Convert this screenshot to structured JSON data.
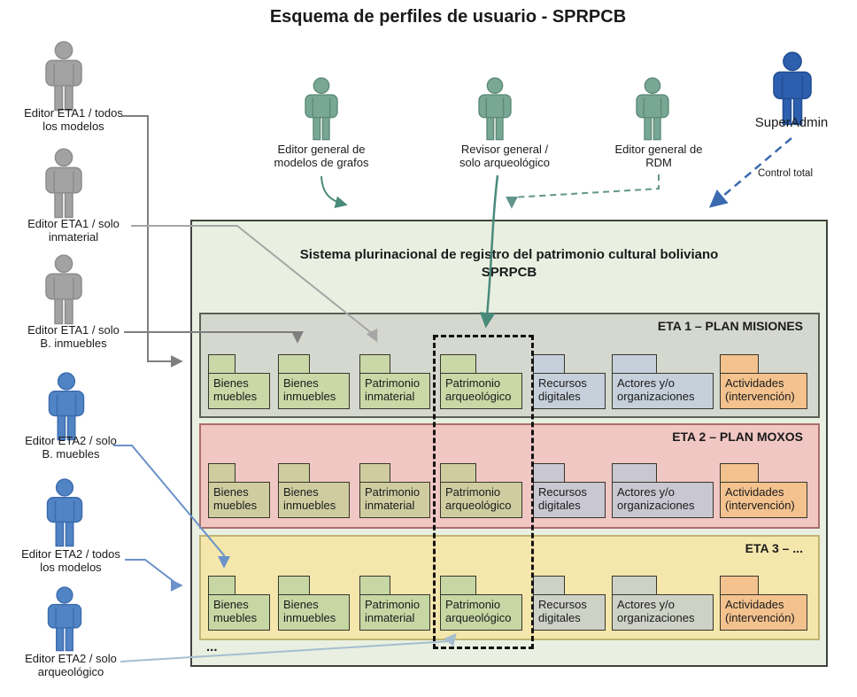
{
  "page_title": "Esquema de perfiles de usuario - SPRPCB",
  "system": {
    "title": "Sistema plurinacional de registro del patrimonio cultural boliviano\nSPRPCB",
    "more": "...",
    "rows": [
      {
        "label": "ETA 1 – PLAN MISIONES",
        "folders": [
          "Bienes muebles",
          "Bienes inmuebles",
          "Patrimonio inmaterial",
          "Patrimonio arqueológico",
          "Recursos digitales",
          "Actores y/o organizaciones",
          "Actividades (intervención)"
        ]
      },
      {
        "label": "ETA 2 – PLAN MOXOS",
        "folders": [
          "Bienes muebles",
          "Bienes inmuebles",
          "Patrimonio inmaterial",
          "Patrimonio arqueológico",
          "Recursos digitales",
          "Actores y/o organizaciones",
          "Actividades (intervención)"
        ]
      },
      {
        "label": "ETA 3 – ...",
        "folders": [
          "Bienes muebles",
          "Bienes inmuebles",
          "Patrimonio inmaterial",
          "Patrimonio arqueológico",
          "Recursos digitales",
          "Actores y/o organizaciones",
          "Actividades (intervención)"
        ]
      }
    ]
  },
  "actors": {
    "eta1_todos": {
      "label": "Editor ETA1 / todos\nlos modelos"
    },
    "eta1_inmaterial": {
      "label": "Editor ETA1 / solo\ninmaterial"
    },
    "eta1_inmuebles": {
      "label": "Editor ETA1 / solo\nB. inmuebles"
    },
    "eta2_muebles": {
      "label": "Editor ETA2 / solo\nB. muebles"
    },
    "eta2_todos": {
      "label": "Editor ETA2 / todos\nlos modelos"
    },
    "eta2_arqueologico": {
      "label": "Editor ETA2 / solo\narqueológico"
    },
    "editor_grafos": {
      "label": "Editor general de\nmodelos de grafos"
    },
    "revisor_general": {
      "label": "Revisor general /\nsolo arqueológico"
    },
    "editor_rdm": {
      "label": "Editor general de\nRDM"
    },
    "superadmin": {
      "label": "SuperAdmin",
      "annotation": "Control total"
    }
  },
  "colors": {
    "system_bg": "#eaf0e1",
    "row_eta1": "#d5d8cf",
    "row_eta2": "#f1c7c3",
    "row_eta3": "#f5e6ab",
    "folder_green": "#c9d8a6",
    "folder_blue": "#c6d0db",
    "folder_orange": "#f3c28e",
    "actor_gray": "#a2a2a2",
    "actor_blue": "#5184c4",
    "actor_teal": "#79a795",
    "actor_superadmin": "#2c5fae"
  }
}
